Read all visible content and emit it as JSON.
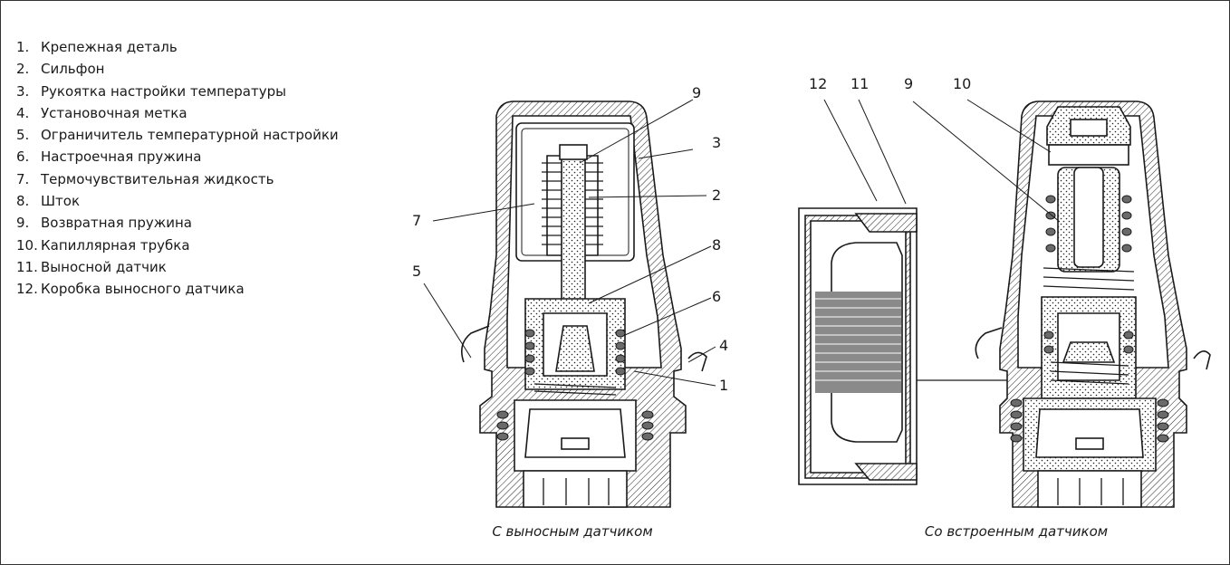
{
  "legend": [
    {
      "num": "1.",
      "text": "Крепежная деталь"
    },
    {
      "num": "2.",
      "text": "Сильфон"
    },
    {
      "num": "3.",
      "text": "Рукоятка настройки температуры"
    },
    {
      "num": "4.",
      "text": "Установочная метка"
    },
    {
      "num": "5.",
      "text": "Ограничитель температурной настройки"
    },
    {
      "num": "6.",
      "text": "Настроечная пружина"
    },
    {
      "num": "7.",
      "text": "Термочувствительная жидкость"
    },
    {
      "num": "8.",
      "text": "Шток"
    },
    {
      "num": "9.",
      "text": "Возвратная пружина"
    },
    {
      "num": "10.",
      "text": "Капиллярная трубка"
    },
    {
      "num": "11.",
      "text": "Выносной датчик"
    },
    {
      "num": "12.",
      "text": "Коробка выносного датчика"
    }
  ],
  "captions": {
    "remote": "С выносным датчиком",
    "builtin": "Со встроенным датчиком"
  },
  "callouts": {
    "left": [
      "9",
      "3",
      "7",
      "2",
      "8",
      "5",
      "6",
      "4",
      "1"
    ],
    "right": [
      "12",
      "11",
      "9",
      "10"
    ]
  }
}
